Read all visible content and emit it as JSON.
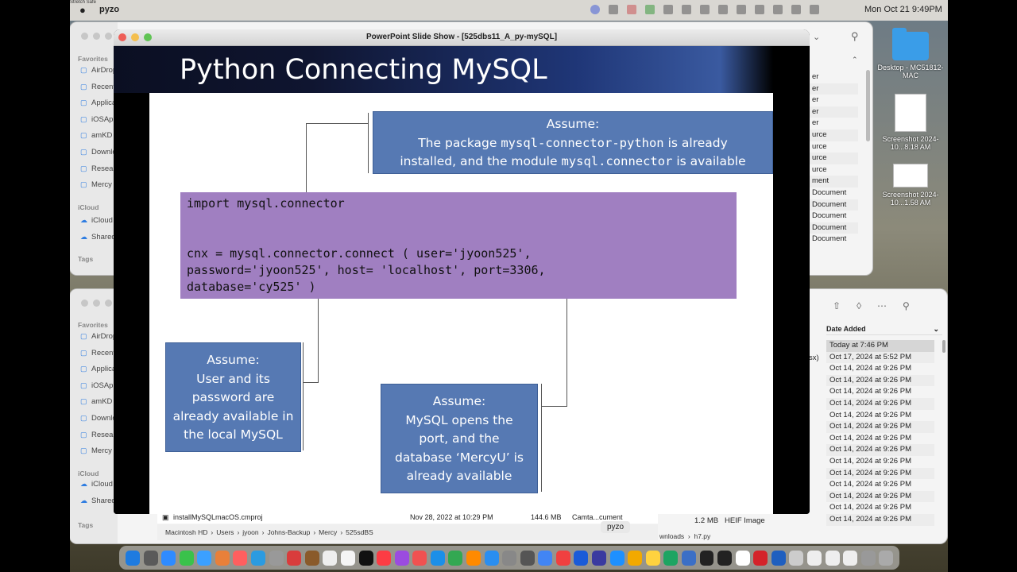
{
  "menubar": {
    "apple": "",
    "app_name": "pyzo",
    "tiny_label": "Stretch Safe",
    "clock": "Mon Oct 21  9:49PM"
  },
  "finder_top": {
    "section_favorites": "Favorites",
    "favorites": [
      "AirDrop",
      "Recents",
      "Applications",
      "iOSApps",
      "amKD",
      "Downloads",
      "Research",
      "Mercy"
    ],
    "section_icloud": "iCloud",
    "icloud": [
      "iCloud",
      "Shared"
    ],
    "section_tags": "Tags",
    "kinds": [
      "er",
      "er",
      "er",
      "er",
      "er",
      "urce",
      "urce",
      "urce",
      "urce",
      "ment",
      "Document",
      "Document",
      "Document",
      "Document",
      "Document"
    ]
  },
  "finder_bottom": {
    "section_favorites": "Favorites",
    "favorites": [
      "AirDrop",
      "Recents",
      "Applications",
      "iOSApps",
      "amKD",
      "Downloads",
      "Research",
      "Mercy"
    ],
    "section_icloud": "iCloud",
    "icloud": [
      "iCloud",
      "Shared"
    ],
    "section_tags": "Tags",
    "column_header": "Date Added",
    "dates": [
      "Today at 7:46 PM",
      "Oct 17, 2024 at 5:52 PM",
      "Oct 14, 2024 at 9:26 PM",
      "Oct 14, 2024 at 9:26 PM",
      "Oct 14, 2024 at 9:26 PM",
      "Oct 14, 2024 at 9:26 PM",
      "Oct 14, 2024 at 9:26 PM",
      "Oct 14, 2024 at 9:26 PM",
      "Oct 14, 2024 at 9:26 PM",
      "Oct 14, 2024 at 9:26 PM",
      "Oct 14, 2024 at 9:26 PM",
      "Oct 14, 2024 at 9:26 PM",
      "Oct 14, 2024 at 9:26 PM",
      "Oct 14, 2024 at 9:26 PM",
      "Oct 14, 2024 at 9:26 PM",
      "Oct 14, 2024 at 9:26 PM"
    ],
    "size_kind": "1.2 MB   HEIF Image",
    "path_tail": "wnloads  ›  h7.py",
    "left_fragment": "sx)"
  },
  "desktop": {
    "icons": [
      {
        "label": "Desktop - MC51812-MAC"
      },
      {
        "label": "Screenshot 2024-10...8.18 AM"
      },
      {
        "label": "Screenshot 2024-10...1.58 AM"
      }
    ]
  },
  "ppt": {
    "window_title": "PowerPoint Slide Show - [525dbs11_A_py-mySQL]",
    "slide_title": "Python Connecting MySQL",
    "top_box": {
      "heading": "Assume:",
      "l1a": "The package ",
      "l1code": "mysql-connector-python",
      "l1b": " is already",
      "l2a": "installed, and the module ",
      "l2code": "mysql.connector",
      "l2b": " is available"
    },
    "code": "import mysql.connector\n\n\ncnx = mysql.connector.connect ( user='jyoon525',\npassword='jyoon525', host= 'localhost', port=3306,\ndatabase='cy525' )",
    "left_box": [
      "Assume:",
      "User and its",
      "password are",
      "already available in",
      "the local MySQL"
    ],
    "right_box": [
      "Assume:",
      "MySQL opens the",
      "port, and the",
      "database ‘MercyU’ is",
      "already available"
    ]
  },
  "file_row": {
    "name": "installMySQLmacOS.cmproj",
    "date": "Nov 28, 2022 at 10:29 PM",
    "size": "144.6 MB",
    "kind": "Camta...cument"
  },
  "path_bar": [
    "Macintosh HD",
    "Users",
    "jyoon",
    "Johns-Backup",
    "Mercy",
    "525sdBS"
  ],
  "dock_tooltip": "pyzo",
  "colors": {
    "slide_box_blue": "#5679b3",
    "code_purple": "#a07fc1",
    "slide_title_band": "#1f3677"
  }
}
